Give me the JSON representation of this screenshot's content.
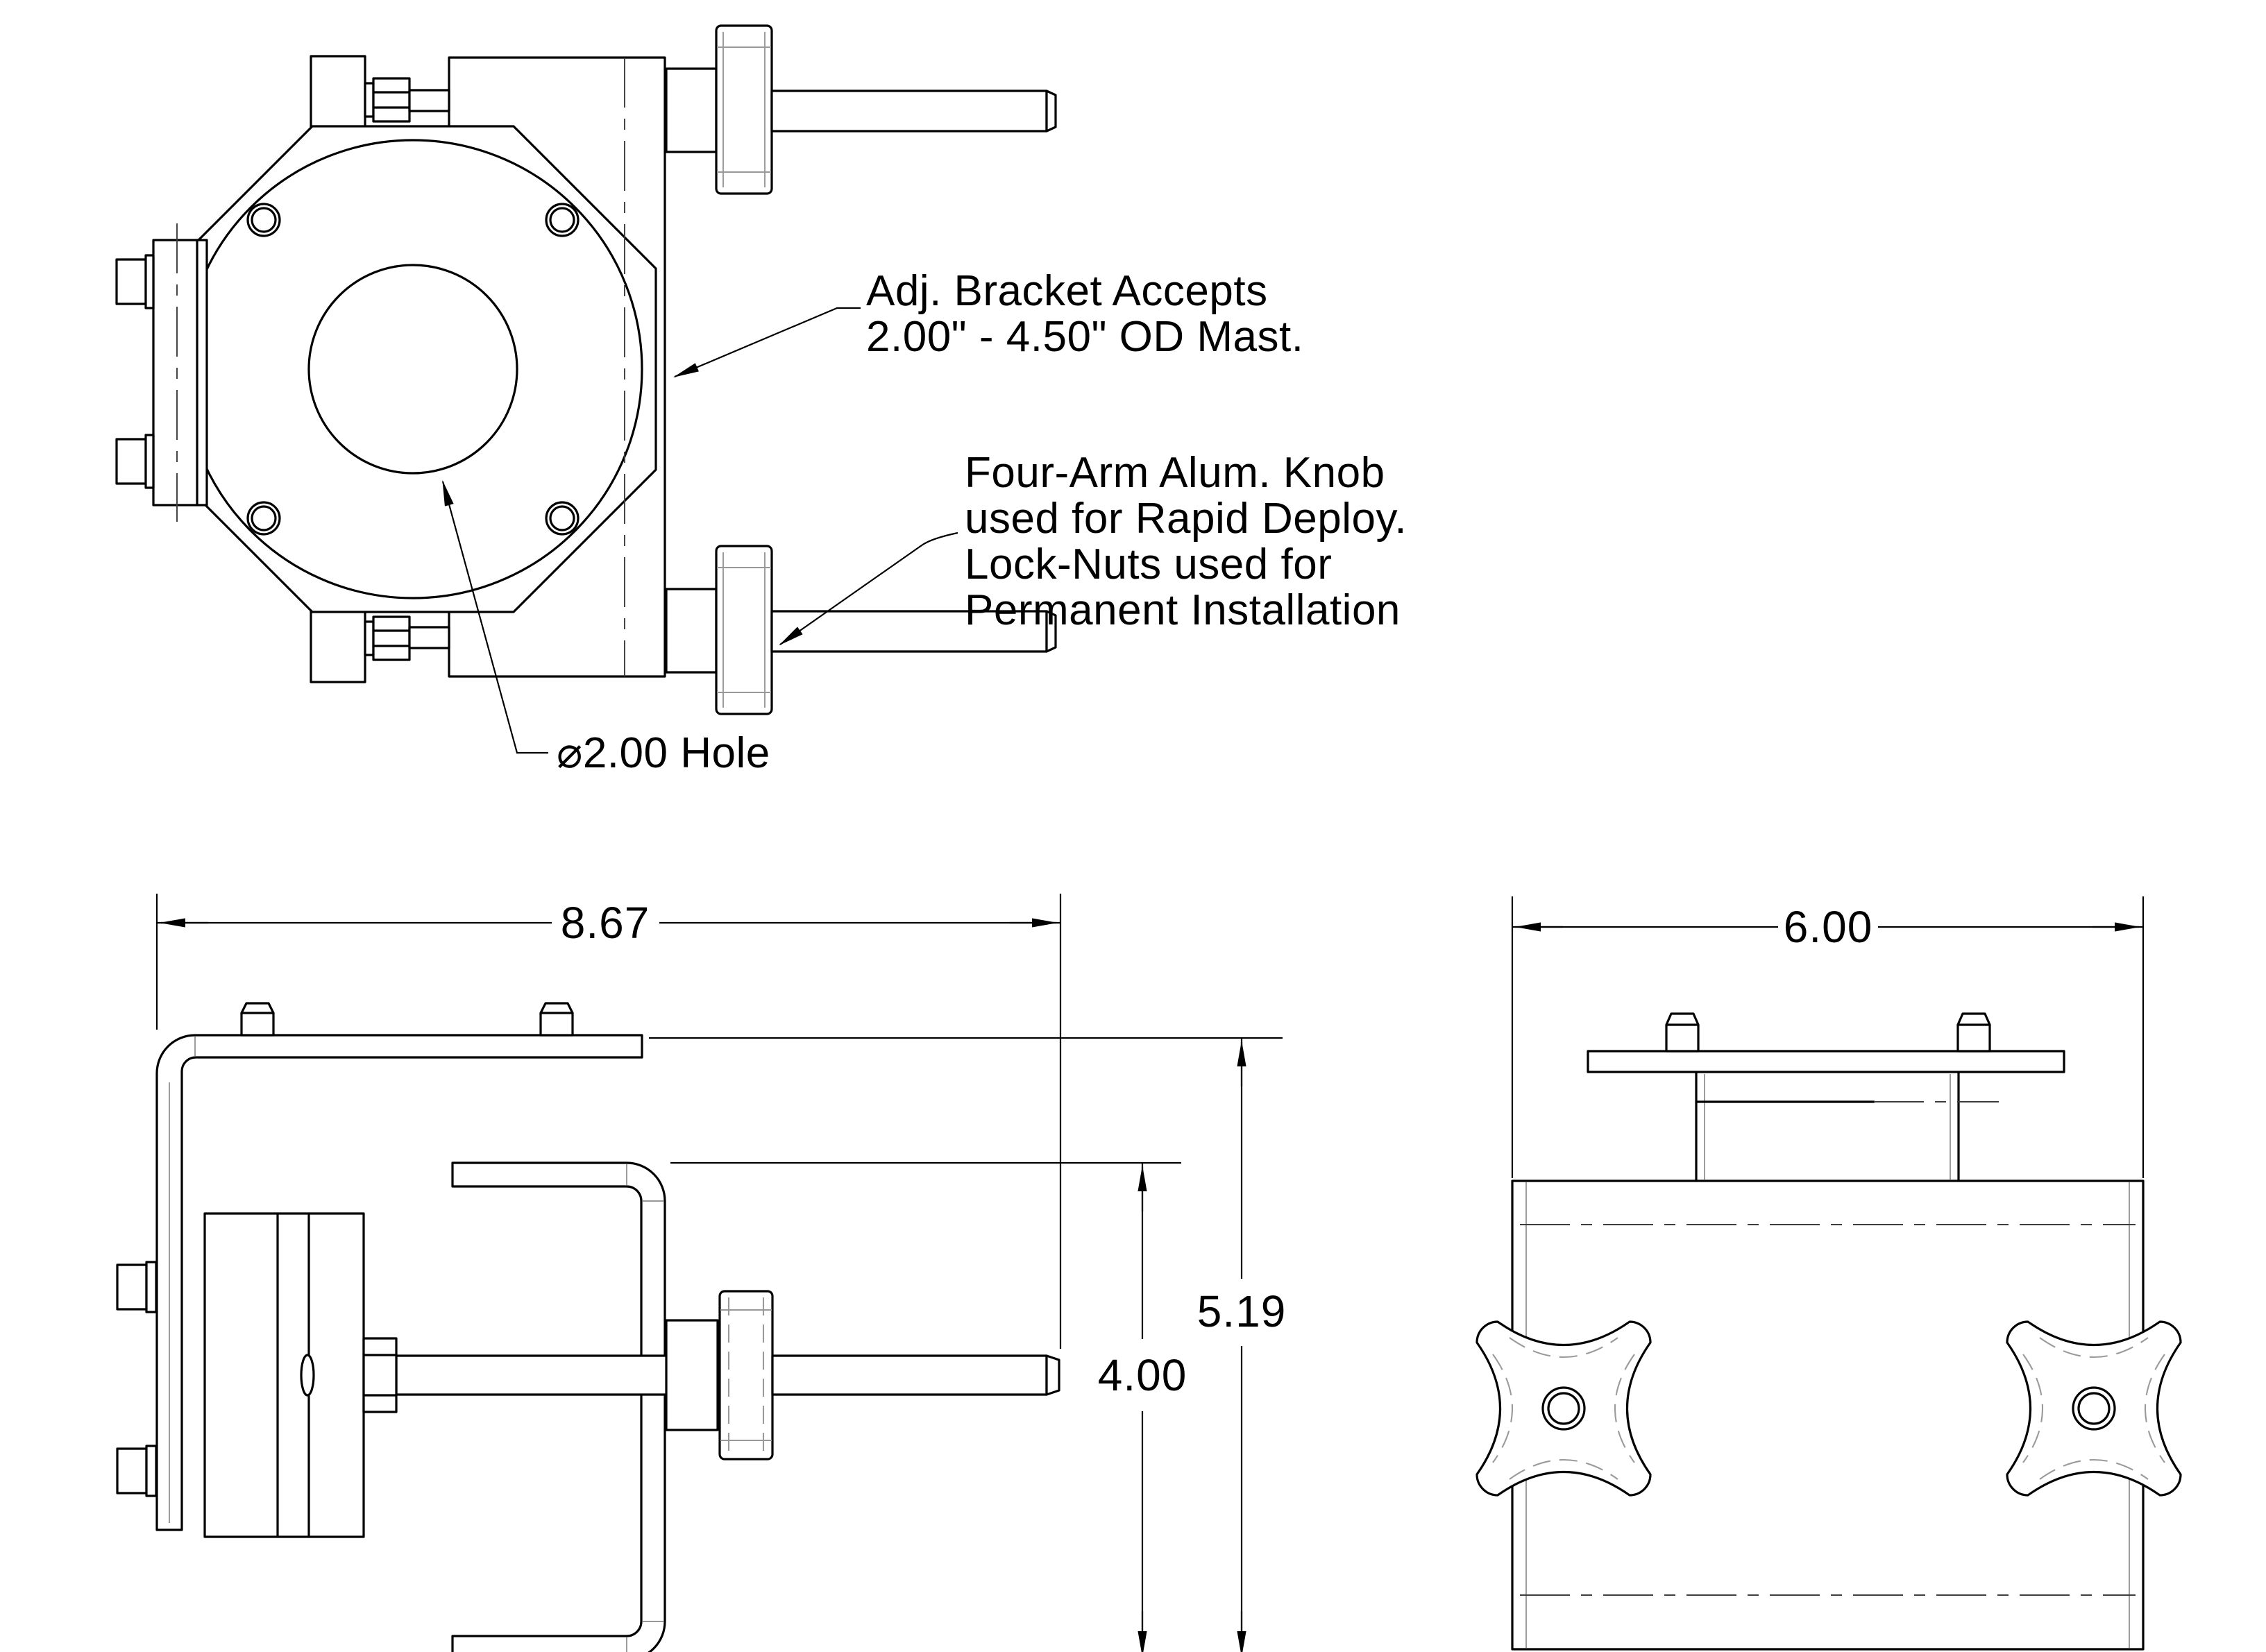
{
  "page": {
    "background": "#ffffff",
    "line_color": "#000000",
    "accent_gray": "#9a9a9a"
  },
  "annotations": {
    "mast_note_line1": "Adj. Bracket Accepts",
    "mast_note_line2": "2.00\" - 4.50\" OD Mast.",
    "knob_note_line1": "Four-Arm Alum. Knob",
    "knob_note_line2": "used for Rapid Deploy.",
    "knob_note_line3": "Lock-Nuts used for",
    "knob_note_line4": "Permanent Installation",
    "hole_note": "⌀2.00 Hole"
  },
  "dimensions": {
    "side_overall_width": "8.67",
    "side_overall_height": "5.19",
    "side_channel_height": "4.00",
    "front_body_width": "6.00"
  }
}
